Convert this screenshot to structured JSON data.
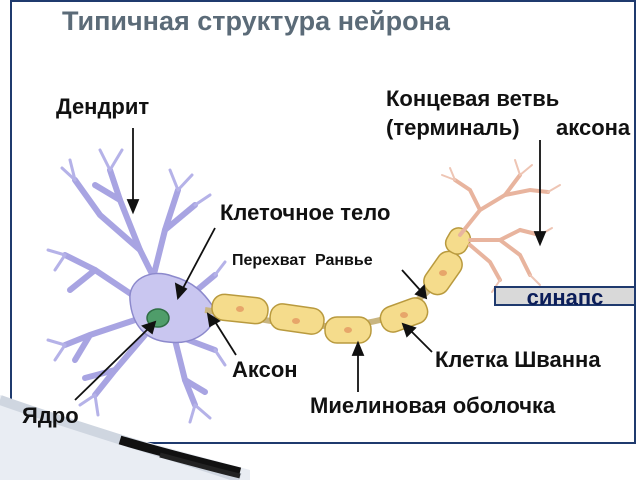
{
  "title": "Типичная структура нейрона",
  "labels": {
    "dendrite": "Дендрит",
    "terminal_line1": "Концевая ветвь",
    "terminal_line2": "(терминаль)",
    "terminal_axon": "аксона",
    "cell_body": "Клеточное тело",
    "ranvier": "Перехват  Ранвье",
    "axon": "Аксон",
    "schwann": "Клетка Шванна",
    "myelin": "Миелиновая оболочка",
    "nucleus": "Ядро",
    "synapse": "синапс"
  },
  "colors": {
    "title": "#5b6b78",
    "frame": "#1f3a6e",
    "cell": "#c9c6f0",
    "cell_stroke": "#7f7cc4",
    "nucleus": "#4f9d6a",
    "myelin": "#f5dc8c",
    "myelin_stroke": "#b99a3e",
    "terminal": "#e8b49e",
    "synapse_bg": "#d9d9d9"
  }
}
